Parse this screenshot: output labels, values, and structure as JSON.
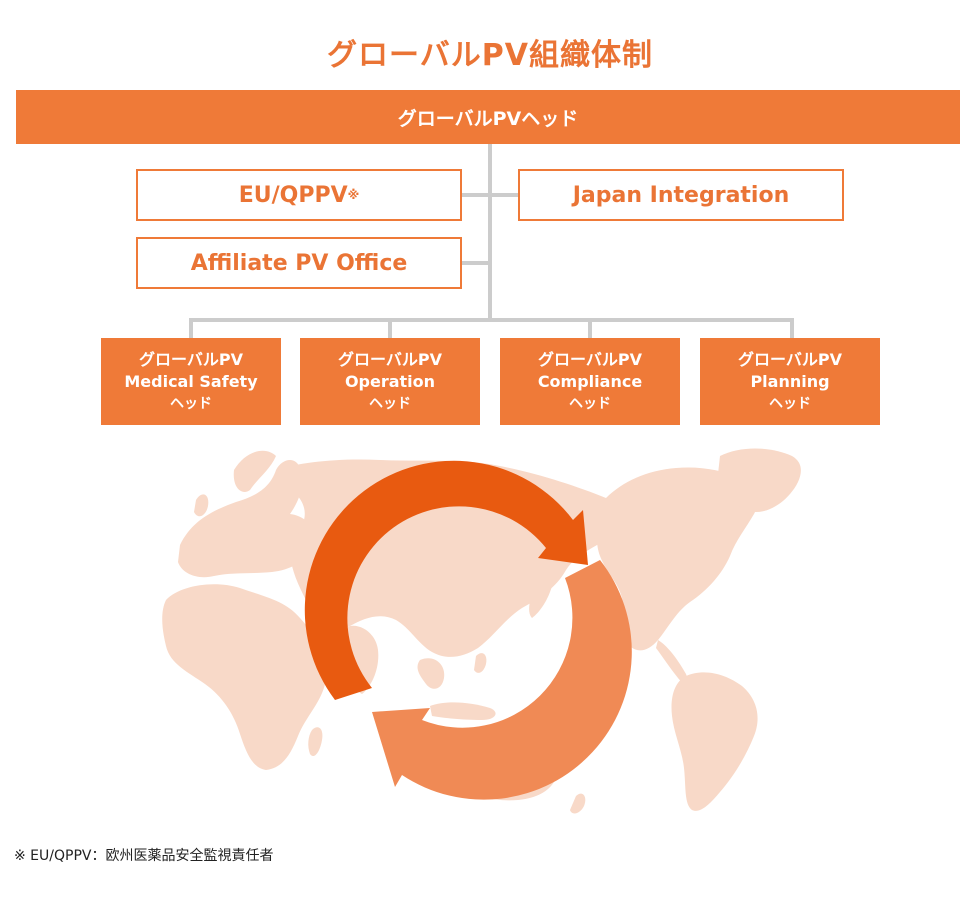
{
  "title": "グローバルPV組織体制",
  "head": "グローバルPVヘッド",
  "boxes": {
    "euqppv": "EU/QPPV",
    "euqppv_mark": "※",
    "japan": "Japan Integration",
    "affiliate": "Affiliate PV Office"
  },
  "sub_boxes": [
    {
      "line1": "グローバルPV",
      "line2": "Medical Safety",
      "line3": "ヘッド"
    },
    {
      "line1": "グローバルPV",
      "line2": "Operation",
      "line3": "ヘッド"
    },
    {
      "line1": "グローバルPV",
      "line2": "Compliance",
      "line3": "ヘッド"
    },
    {
      "line1": "グローバルPV",
      "line2": "Planning",
      "line3": "ヘッド"
    }
  ],
  "footnote": "※ EU/QPPV：欧州医薬品安全監視責任者",
  "colors": {
    "accent": "#ef7a38",
    "title": "#ea7435",
    "connector": "#cccccc",
    "map": "#f8d9c8",
    "arrow_dark": "#e85a10",
    "arrow_light": "#f08a55"
  }
}
